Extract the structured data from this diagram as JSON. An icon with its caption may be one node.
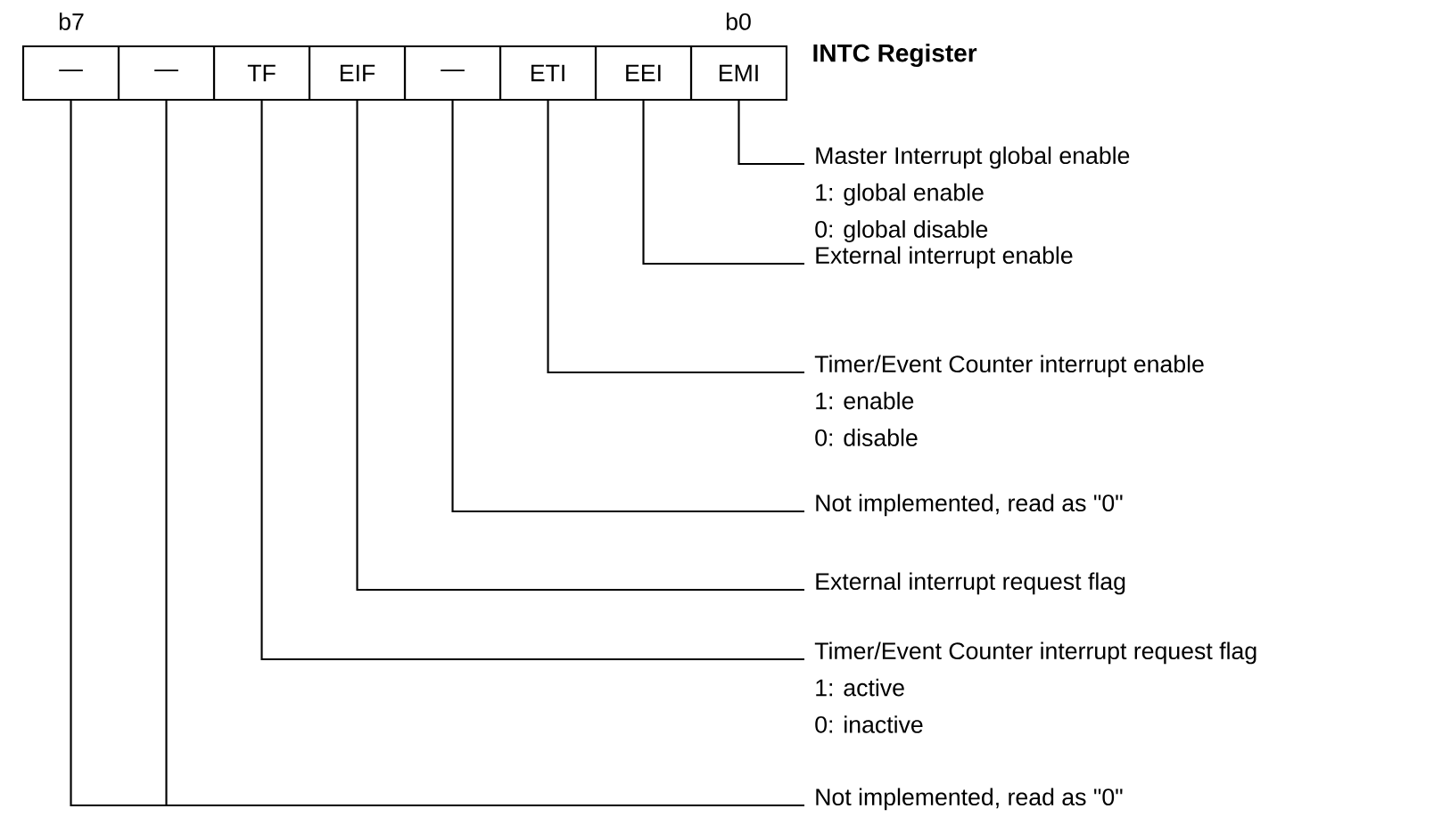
{
  "diagram": {
    "title": "INTC Register",
    "nodes": [
      {
        "text": [
          "—"
        ]
      },
      {
        "text": [
          "—"
        ]
      },
      {
        "text": [
          "TF"
        ]
      },
      {
        "text": [
          "EIF"
        ]
      },
      {
        "text": [
          "—"
        ]
      },
      {
        "text": [
          "ETI"
        ]
      },
      {
        "text": [
          "EEI"
        ]
      },
      {
        "text": [
          "EMI"
        ]
      },
      {
        "text": [
          "Master Interrupt global enable",
          "1: global enable",
          "0: global disable"
        ]
      },
      {
        "text": [
          "External interrupt enable"
        ]
      },
      {
        "text": [
          "Timer/Event Counter interrupt enable",
          "1: enable",
          "0: disable"
        ]
      },
      {
        "text": [
          "Not implemented, read as \"0\""
        ]
      },
      {
        "text": [
          "External interrupt request flag"
        ]
      },
      {
        "text": [
          "Timer/Event Counter interrupt request flag",
          "1: active",
          "0: inactive"
        ]
      },
      {
        "text": [
          "Not implemented, read as \"0\""
        ]
      }
    ],
    "edges": [
      {
        "from": 8,
        "to": 7,
        "arrow": "none"
      },
      {
        "from": 9,
        "to": 6,
        "arrow": "none"
      },
      {
        "from": 10,
        "to": 5,
        "arrow": "none"
      },
      {
        "from": 11,
        "to": 4,
        "arrow": "none"
      },
      {
        "from": 12,
        "to": 3,
        "arrow": "none"
      },
      {
        "from": 13,
        "to": 2,
        "arrow": "none"
      },
      {
        "from": 14,
        "to": 1,
        "arrow": "none"
      },
      {
        "from": 14,
        "to": 0,
        "arrow": "none"
      }
    ],
    "labels": [
      "b7",
      "b0"
    ]
  }
}
